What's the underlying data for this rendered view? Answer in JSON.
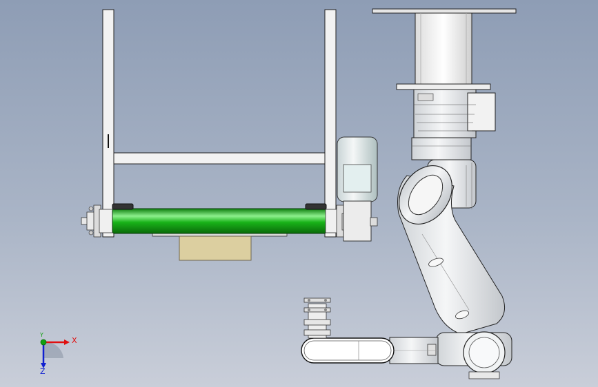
{
  "viewport": {
    "background_top": "#8e9db5",
    "background_bottom": "#c9ced9"
  },
  "colors": {
    "roller": "#19b319",
    "roller_highlight": "#8ef08e",
    "frame": "#f2f2f2",
    "outline": "#222222",
    "wood_block": "#dccfa0",
    "robot_body": "#e6e8ea"
  },
  "triad": {
    "x_label": "X",
    "y_label": "Y",
    "z_label": "Z",
    "x_color": "#e01010",
    "y_color": "#10a010",
    "z_color": "#1020d0"
  },
  "parts": {
    "frame": "conveyor-frame",
    "roller": "green-roller",
    "motor": "drive-motor",
    "block": "wood-block",
    "robot": "six-axis-robot-arm",
    "gripper": "end-effector"
  }
}
